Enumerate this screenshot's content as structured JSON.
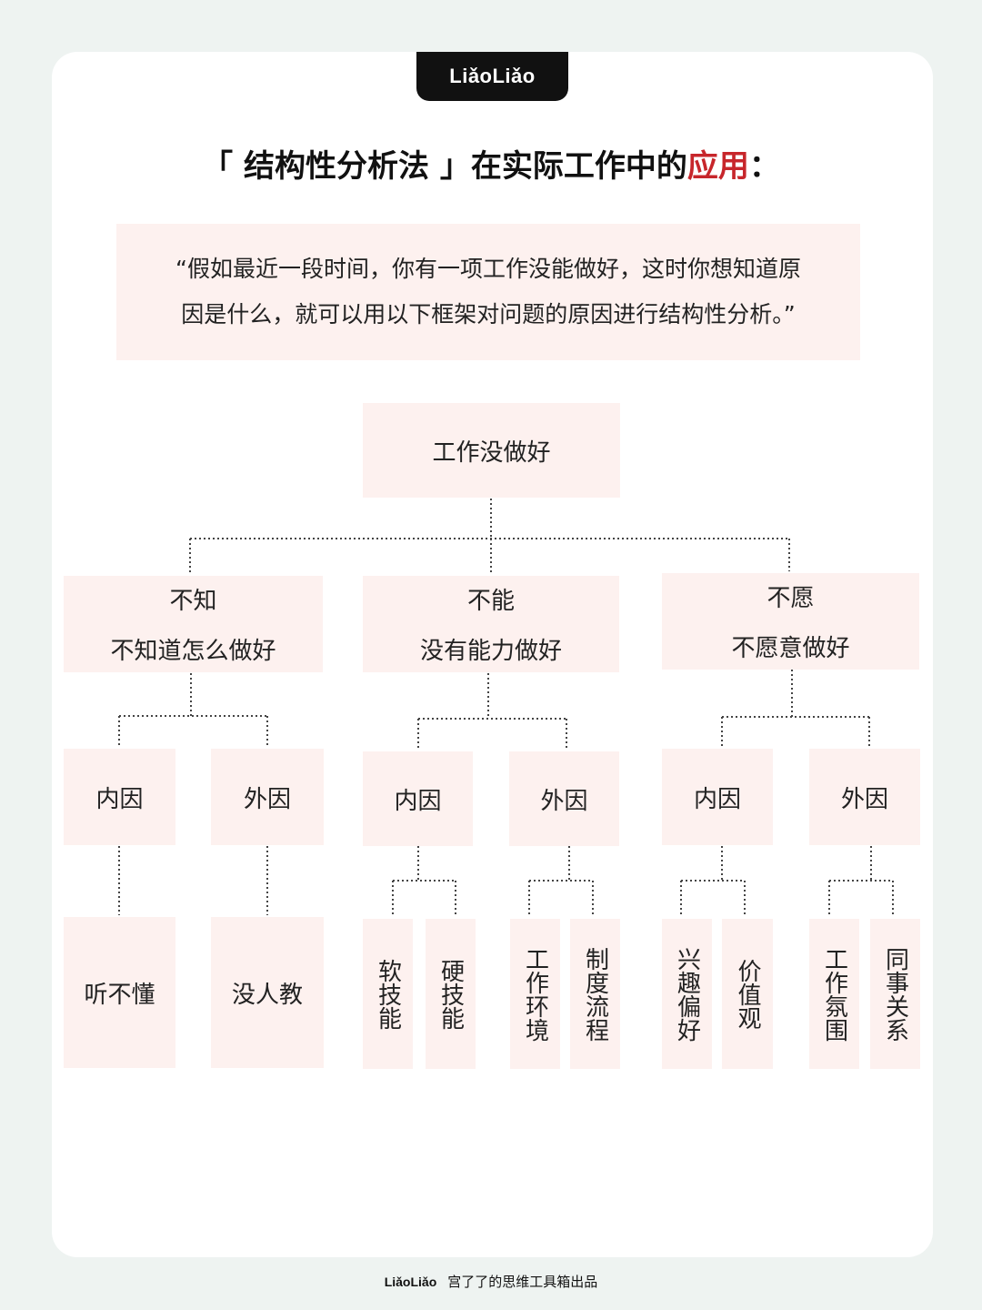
{
  "brand": "LiǎoLiǎo",
  "title": {
    "prefix": "「 结构性分析法 」在实际工作中的",
    "accent": "应用",
    "suffix": "：",
    "accent_color": "#c7262b"
  },
  "quote": {
    "line1": "“假如最近一段时间，你有一项工作没能做好，这时你想知道原",
    "line2": "因是什么，就可以用以下框架对问题的原因进行结构性分析。”"
  },
  "tree": {
    "root": "工作没做好",
    "branches": [
      {
        "title": "不知",
        "subtitle": "不知道怎么做好",
        "internal": {
          "label": "内因",
          "leaves": [
            "听不懂"
          ]
        },
        "external": {
          "label": "外因",
          "leaves": [
            "没人教"
          ]
        }
      },
      {
        "title": "不能",
        "subtitle": "没有能力做好",
        "internal": {
          "label": "内因",
          "leaves": [
            "软技能",
            "硬技能"
          ]
        },
        "external": {
          "label": "外因",
          "leaves": [
            "工作环境",
            "制度流程"
          ]
        }
      },
      {
        "title": "不愿",
        "subtitle": "不愿意做好",
        "internal": {
          "label": "内因",
          "leaves": [
            "兴趣偏好",
            "价值观"
          ]
        },
        "external": {
          "label": "外因",
          "leaves": [
            "工作氛围",
            "同事关系"
          ]
        }
      }
    ]
  },
  "footer": {
    "brand": "LiǎoLiǎo",
    "text": "宫了了的思维工具箱出品"
  },
  "colors": {
    "background": "#eef3f1",
    "box_fill": "#fdf1ef",
    "accent": "#c7262b"
  }
}
